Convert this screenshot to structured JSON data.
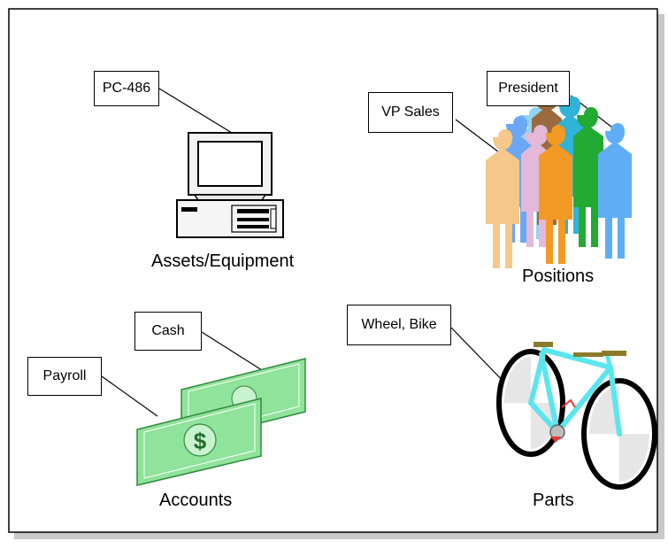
{
  "callouts": {
    "pc": "PC-486",
    "president": "President",
    "vp_sales": "VP Sales",
    "cash": "Cash",
    "payroll": "Payroll",
    "wheel_bike": "Wheel, Bike"
  },
  "captions": {
    "assets": "Assets/Equipment",
    "positions": "Positions",
    "accounts": "Accounts",
    "parts": "Parts"
  },
  "colors": {
    "frame_border": "#000000",
    "shadow": "#c8c8c8",
    "money": "#8fe39a",
    "money_dark": "#2f8a3c",
    "bike_frame": "#5be6ee",
    "bike_seat": "#8a7a2a",
    "person_colors": [
      "#f5c889",
      "#8fd4f5",
      "#6aa7f5",
      "#e3b8d8",
      "#f29a23",
      "#2fb3d9",
      "#f06060",
      "#22aa33",
      "#9b6a3c",
      "#5faef5",
      "#7fbde8"
    ]
  }
}
